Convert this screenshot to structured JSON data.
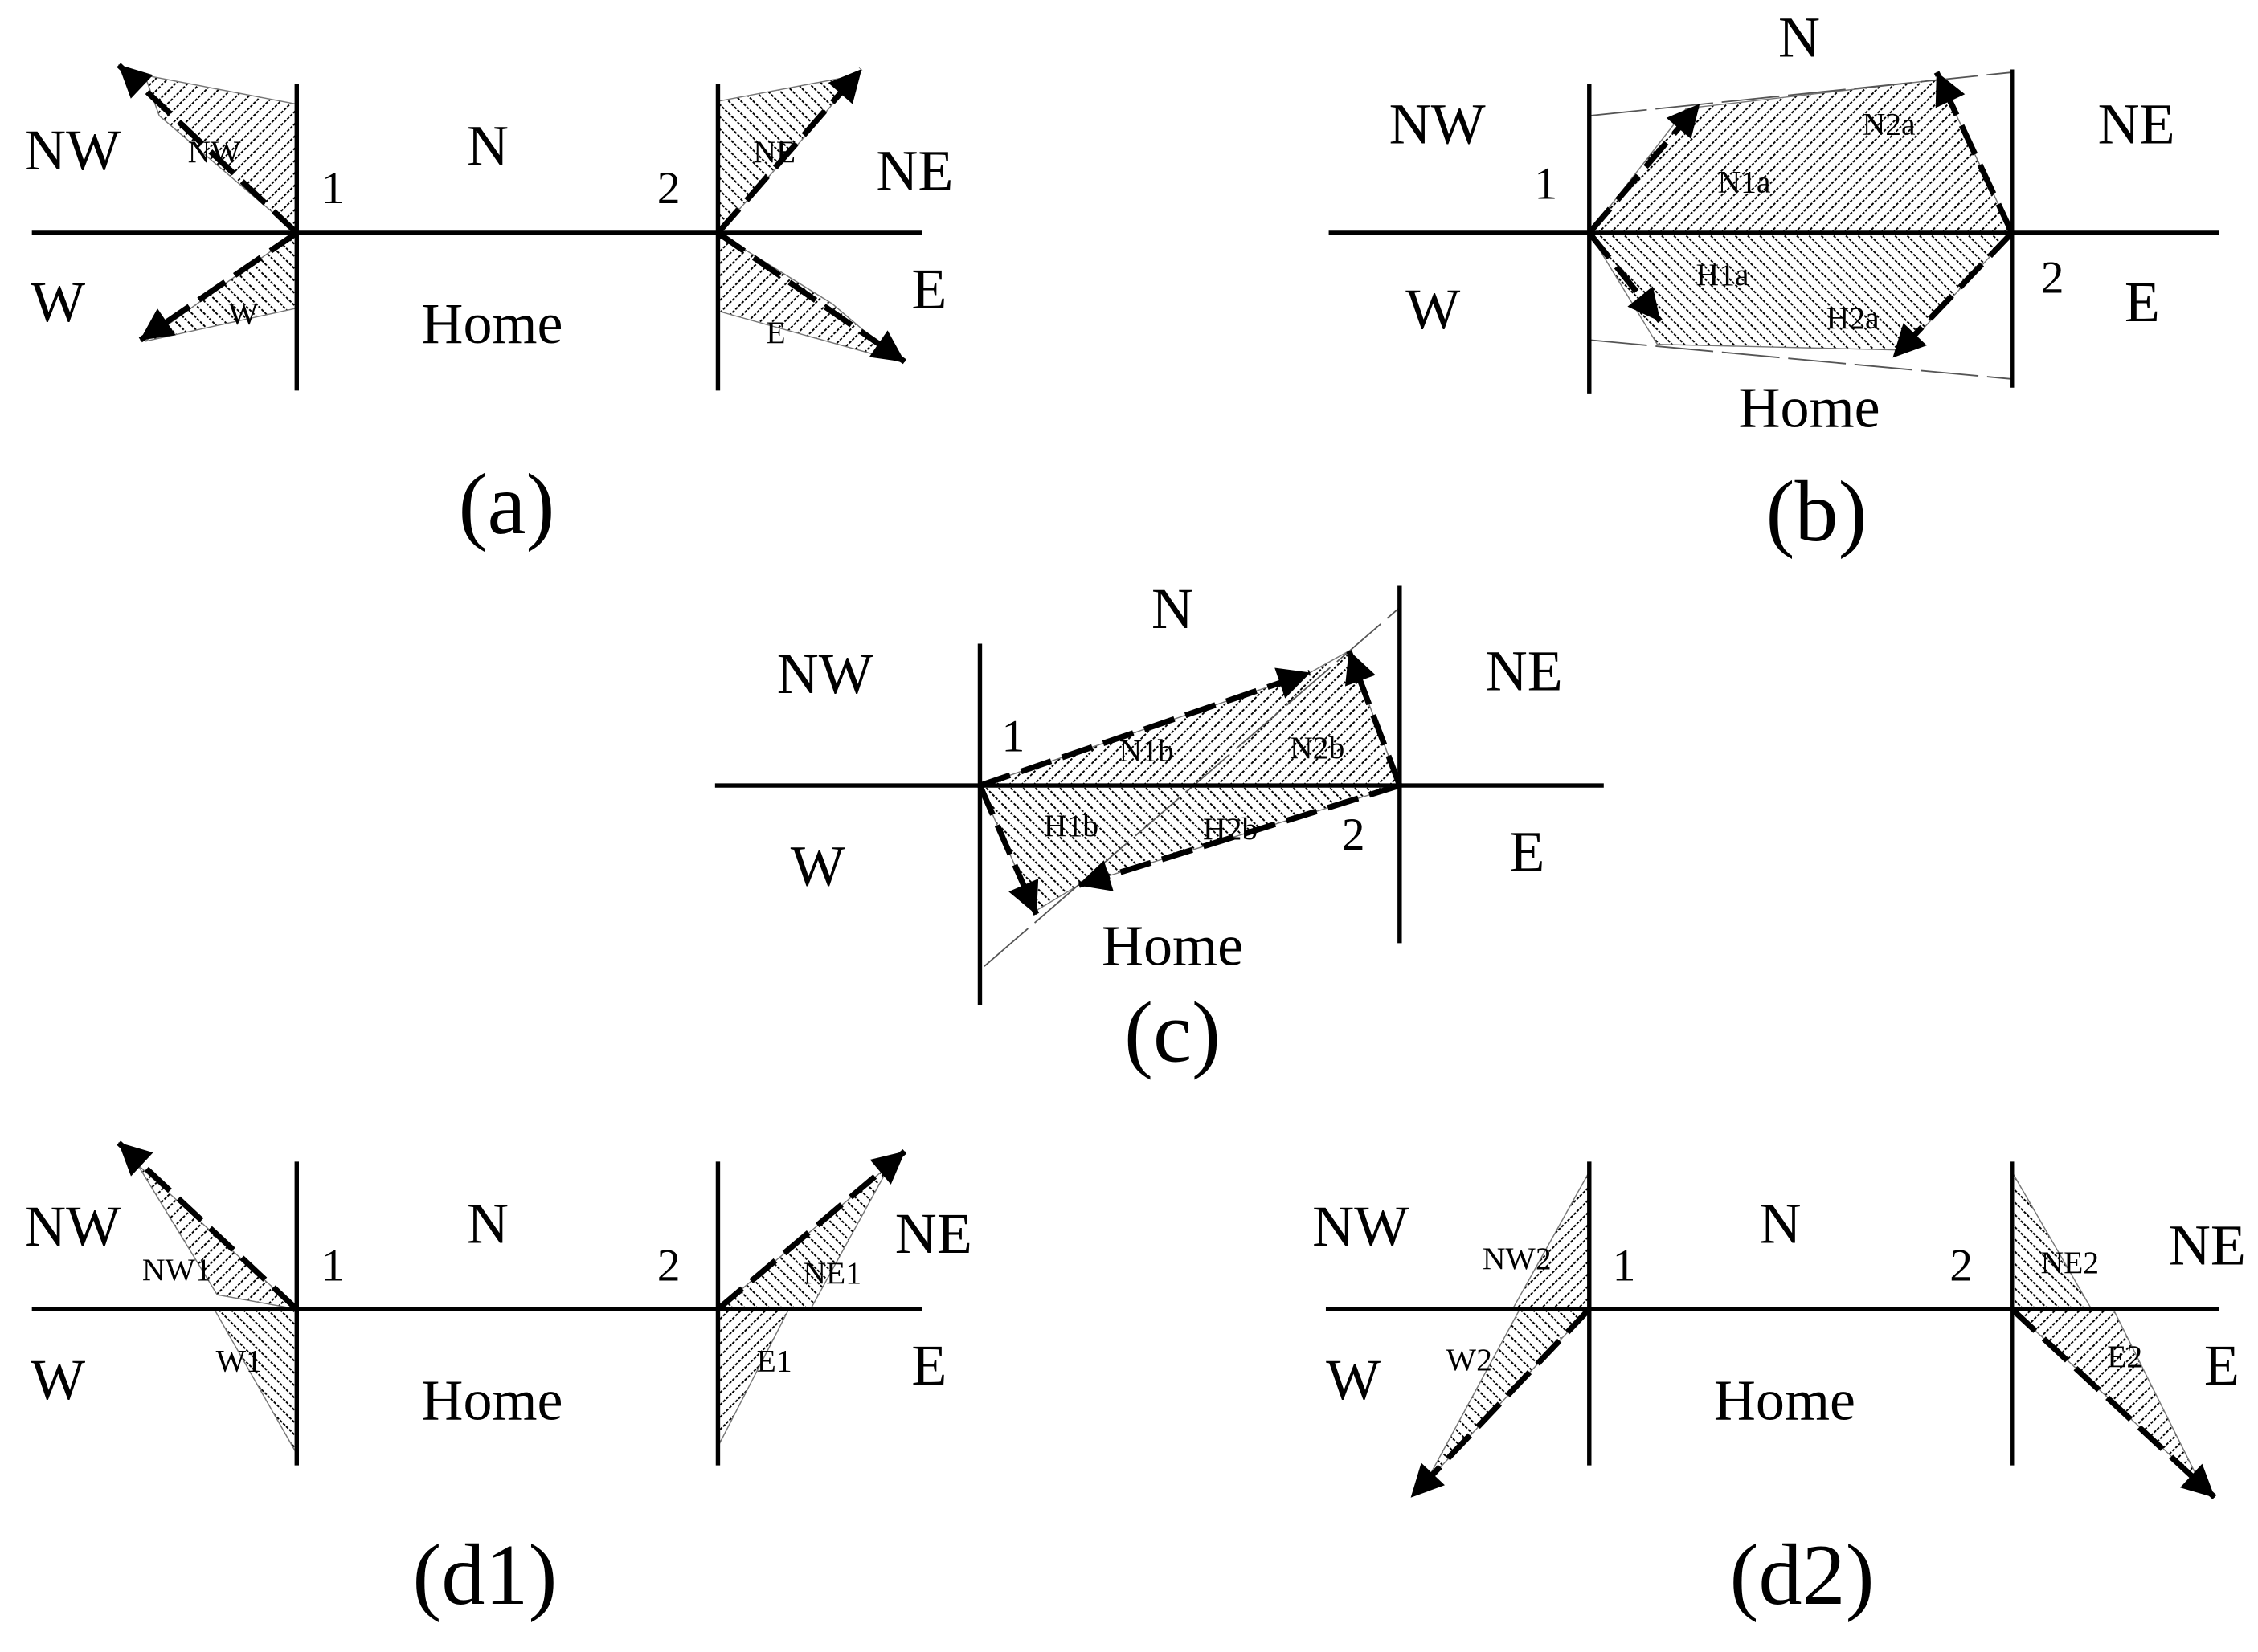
{
  "panels": {
    "a": {
      "caption": "(a)",
      "NW": "NW",
      "N": "N",
      "NE": "NE",
      "W": "W",
      "Home": "Home",
      "E": "E",
      "p1": "1",
      "p2": "2",
      "small": {
        "NW": "NW",
        "NE": "NE",
        "W": "W",
        "E": "E"
      }
    },
    "b": {
      "caption": "(b)",
      "NW": "NW",
      "N": "N",
      "NE": "NE",
      "W": "W",
      "Home": "Home",
      "E": "E",
      "p1": "1",
      "p2": "2",
      "small": {
        "N1a": "N1a",
        "N2a": "N2a",
        "H1a": "H1a",
        "H2a": "H2a"
      }
    },
    "c": {
      "caption": "(c)",
      "NW": "NW",
      "N": "N",
      "NE": "NE",
      "W": "W",
      "Home": "Home",
      "E": "E",
      "p1": "1",
      "p2": "2",
      "small": {
        "N1b": "N1b",
        "N2b": "N2b",
        "H1b": "H1b",
        "H2b": "H2b"
      }
    },
    "d1": {
      "caption": "(d1)",
      "NW": "NW",
      "N": "N",
      "NE": "NE",
      "W": "W",
      "Home": "Home",
      "E": "E",
      "p1": "1",
      "p2": "2",
      "small": {
        "NW1": "NW1",
        "NE1": "NE1",
        "W1": "W1",
        "E1": "E1"
      }
    },
    "d2": {
      "caption": "(d2)",
      "NW": "NW",
      "N": "N",
      "NE": "NE",
      "W": "W",
      "Home": "Home",
      "E": "E",
      "p1": "1",
      "p2": "2",
      "small": {
        "NW2": "NW2",
        "NE2": "NE2",
        "W2": "W2",
        "E2": "E2"
      }
    }
  }
}
